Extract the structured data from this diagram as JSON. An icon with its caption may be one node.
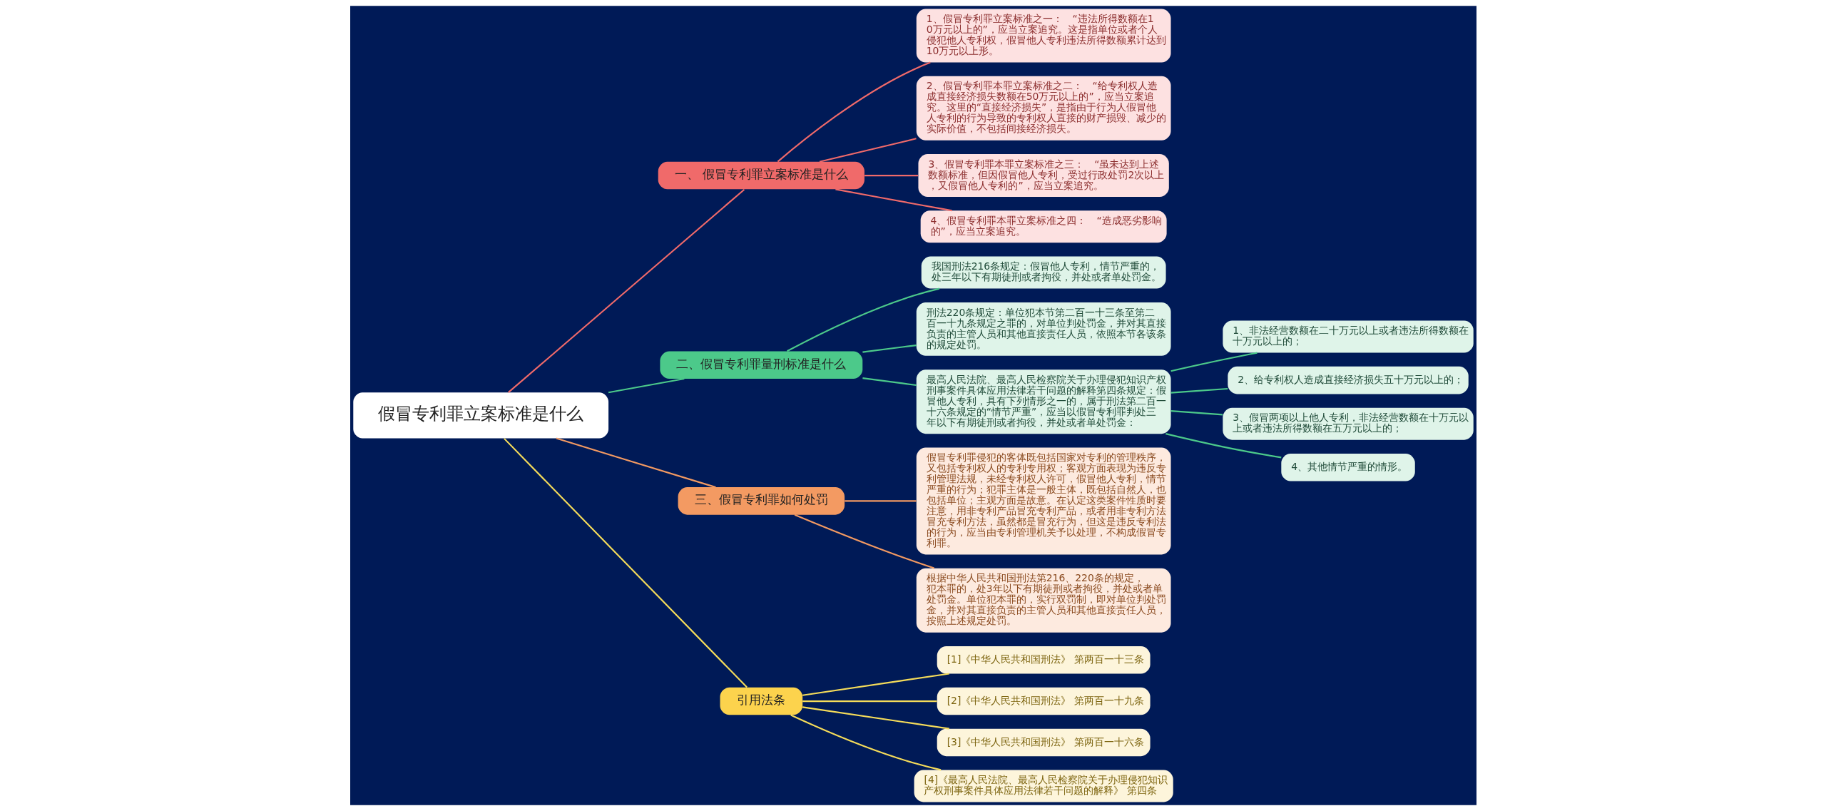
{
  "diagram": {
    "nodes": [
      {
        "text": [
          "假冒专利罪立案标准是什么"
        ]
      },
      {
        "text": [
          "一、 假冒专利罪立案标准是什么"
        ]
      },
      {
        "text": [
          "1、假冒专利罪立案标准之一：　“违法所得数额在10万元以上的”，应当立案追究。这是指单位或者个人侵犯他人专利权，假冒他人专利违法所得数额累计达到10万元以上形。"
        ]
      },
      {
        "text": [
          "2、假冒专利罪本罪立案标准之二：　“给专利权人造成直接经济损失数额在50万元以上的”，应当立案追究。这里的“直接经济损失”，是指由于行为人假冒他人专利的行为导致的专利权人直接的财产损毁、减少的实际价值，不包括间接经济损失。"
        ]
      },
      {
        "text": [
          "3、假冒专利罪本罪立案标准之三：　“虽未达到上述数额标准，但因假冒他人专利，受过行政处罚2次以上，又假冒他人专利的”，应当立案追究。"
        ]
      },
      {
        "text": [
          "4、假冒专利罪本罪立案标准之四：　“造成恶劣影响的”，应当立案追究。"
        ]
      },
      {
        "text": [
          "二、假冒专利罪量刑标准是什么"
        ]
      },
      {
        "text": [
          "我国刑法216条规定：假冒他人专利，情节严重的，处三年以下有期徒刑或者拘役，并处或者单处罚金。"
        ]
      },
      {
        "text": [
          "刑法220条规定：单位犯本节第二百一十三条至第二百一十九条规定之罪的，对单位判处罚金，并对其直接负责的主管人员和其他直接责任人员，依照本节各该条的规定处罚。"
        ]
      },
      {
        "text": [
          "最高人民法院、最高人民检察院关于办理侵犯知识产权刑事案件具体应用法律若干问题的解释第四条规定：假冒他人专利，具有下列情形之一的，属于刑法第二百一十六条规定的“情节严重”，应当以假冒专利罪判处三年以下有期徒刑或者拘役，并处或者单处罚金："
        ]
      },
      {
        "text": [
          "1、非法经营数额在二十万元以上或者违法所得数额在十万元以上的；"
        ]
      },
      {
        "text": [
          "2、给专利权人造成直接经济损失五十万元以上的；"
        ]
      },
      {
        "text": [
          "3、假冒两项以上他人专利，非法经营数额在十万元以上或者违法所得数额在五万元以上的；"
        ]
      },
      {
        "text": [
          "4、其他情节严重的情形。"
        ]
      },
      {
        "text": [
          "三、假冒专利罪如何处罚"
        ]
      },
      {
        "text": [
          "假冒专利罪侵犯的客体既包括国家对专利的管理秩序，又包括专利权人的专利专用权；客观方面表现为违反专利管理法规，未经专利权人许可，假冒他人专利，情节严重的行为；犯罪主体是一般主体，既包括自然人，也包括单位；主观方面是故意。在认定这类案件性质时要注意，用非专利产品冒充专利产品，或者用非专利方法冒充专利方法，虽然都是冒充行为，但这是违反专利法的行为，应当由专利管理机关予以处理，不构成假冒专利罪。"
        ]
      },
      {
        "text": [
          "根据中华人民共和国刑法第216、220条的规定，犯本罪的，处3年以下有期徒刑或者拘役，并处或者单处罚金。单位犯本罪的，实行双罚制，即对单位判处罚金，并对其直接负责的主管人员和其他直接责任人员，按照上述规定处罚。"
        ]
      },
      {
        "text": [
          "引用法条"
        ]
      },
      {
        "text": [
          "[1]《中华人民共和国刑法》 第两百一十三条"
        ]
      },
      {
        "text": [
          "[2]《中华人民共和国刑法》 第两百一十九条"
        ]
      },
      {
        "text": [
          "[3]《中华人民共和国刑法》 第两百一十六条"
        ]
      },
      {
        "text": [
          "[4]《最高人民法院、最高人民检察院关于办理侵犯知识产权刑事案件具体应用法律若干问题的解释》 第四条"
        ]
      }
    ],
    "edges": [
      {
        "from": 0,
        "to": 1,
        "arrow": "none",
        "color": "#f06a6a"
      },
      {
        "from": 1,
        "to": 2,
        "arrow": "none",
        "color": "#f06a6a"
      },
      {
        "from": 1,
        "to": 3,
        "arrow": "none",
        "color": "#f06a6a"
      },
      {
        "from": 1,
        "to": 4,
        "arrow": "none",
        "color": "#f06a6a"
      },
      {
        "from": 1,
        "to": 5,
        "arrow": "none",
        "color": "#f06a6a"
      },
      {
        "from": 0,
        "to": 6,
        "arrow": "none"
      },
      {
        "from": 6,
        "to": 7,
        "arrow": "none"
      },
      {
        "from": 6,
        "to": 8,
        "arrow": "none"
      },
      {
        "from": 6,
        "to": 9,
        "arrow": "none"
      },
      {
        "from": 9,
        "to": 10,
        "arrow": "none"
      },
      {
        "from": 9,
        "to": 11,
        "arrow": "none"
      },
      {
        "from": 9,
        "to": 12,
        "arrow": "none"
      },
      {
        "from": 9,
        "to": 13,
        "arrow": "none"
      },
      {
        "from": 0,
        "to": 14,
        "arrow": "none",
        "color": "#f39a62"
      },
      {
        "from": 14,
        "to": 15,
        "arrow": "none",
        "color": "#f39a62"
      },
      {
        "from": 14,
        "to": 16,
        "arrow": "none",
        "color": "#f39a62"
      },
      {
        "from": 0,
        "to": 17,
        "arrow": "none",
        "color": "#f5dc5a"
      },
      {
        "from": 17,
        "to": 18,
        "arrow": "none",
        "color": "#f5dc5a"
      },
      {
        "from": 17,
        "to": 19,
        "arrow": "none",
        "color": "#f5dc5a"
      },
      {
        "from": 17,
        "to": 20,
        "arrow": "none",
        "color": "#f5dc5a"
      },
      {
        "from": 17,
        "to": 21,
        "arrow": "none",
        "color": "#f5dc5a"
      }
    ]
  }
}
